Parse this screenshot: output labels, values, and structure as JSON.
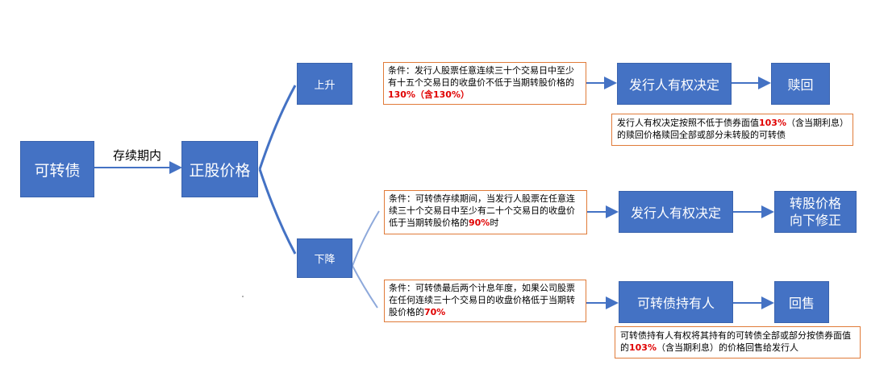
{
  "nodes": {
    "convertible_bond": "可转债",
    "stock_price": "正股价格",
    "rise": "上升",
    "fall": "下降",
    "issuer_decides_top": "发行人有权决定",
    "redeem": "赎回",
    "issuer_decides_mid": "发行人有权决定",
    "adjust_down": "转股价格向下修正",
    "holder": "可转债持有人",
    "putback": "回售"
  },
  "edge_label": "存续期内",
  "notes": {
    "redeem_condition": {
      "before": "条件：发行人股票任意连续三十个交易日中至少有十五个交易日的收盘价不低于当期转股价格的",
      "highlight": "130%（含130%）",
      "after": ""
    },
    "redeem_detail": {
      "before": "发行人有权决定按照不低于债券面值",
      "highlight": "103%",
      "after": "（含当期利息）的赎回价格赎回全部或部分未转股的可转债"
    },
    "adjust_condition": {
      "before": "条件：可转债存续期间，当发行人股票在任意连续三十个交易日中至少有二十个交易日的收盘价低于当期转股价格的",
      "highlight": "90%",
      "after": "时"
    },
    "putback_condition": {
      "before": "条件：可转债最后两个计息年度，如果公司股票在任何连续三十个交易日的收盘价格低于当期转股价格的",
      "highlight": "70%",
      "after": ""
    },
    "putback_detail": {
      "before": "可转债持有人有权将其持有的可转债全部或部分按债券面值的",
      "highlight": "103%",
      "after": "（含当期利息）的价格回售给发行人"
    }
  },
  "colors": {
    "box_fill": "#4472c4",
    "note_border": "#e07b39",
    "highlight": "#e00000"
  }
}
